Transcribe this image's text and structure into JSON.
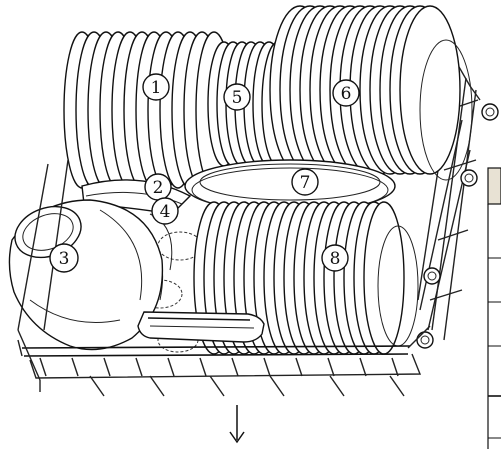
{
  "callouts": [
    {
      "id": "1",
      "label": "1"
    },
    {
      "id": "2",
      "label": "2"
    },
    {
      "id": "3",
      "label": "3"
    },
    {
      "id": "4",
      "label": "4"
    },
    {
      "id": "5",
      "label": "5"
    },
    {
      "id": "6",
      "label": "6"
    },
    {
      "id": "7",
      "label": "7"
    },
    {
      "id": "8",
      "label": "8"
    }
  ],
  "colors": {
    "ink": "#111111",
    "background": "#ffffff",
    "table_header": "#e8e2d4"
  },
  "icons": [
    "down-arrow-icon"
  ]
}
